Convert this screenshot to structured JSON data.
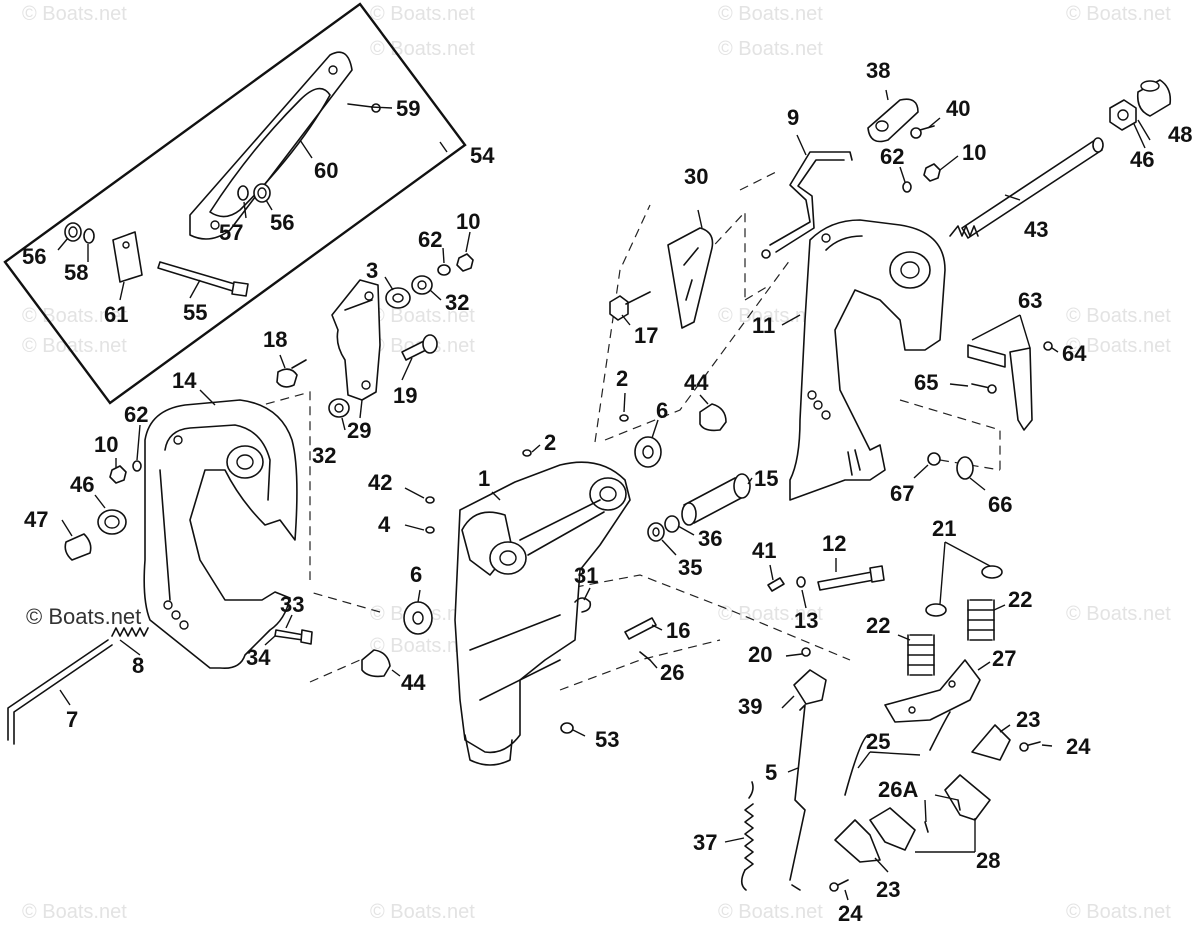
{
  "watermark": {
    "text": "© Boats.net",
    "faint_color": "#e3e3e3"
  },
  "kit_callout": "54",
  "labels": {
    "p1": "1",
    "p2a": "2",
    "p2b": "2",
    "p3": "3",
    "p4": "4",
    "p5": "5",
    "p6a": "6",
    "p6b": "6",
    "p7": "7",
    "p8": "8",
    "p9": "9",
    "p10a": "10",
    "p10b": "10",
    "p10c": "10",
    "p11": "11",
    "p12": "12",
    "p13": "13",
    "p14": "14",
    "p15": "15",
    "p16": "16",
    "p17": "17",
    "p18": "18",
    "p19": "19",
    "p20": "20",
    "p21": "21",
    "p22a": "22",
    "p22b": "22",
    "p23a": "23",
    "p23b": "23",
    "p24a": "24",
    "p24b": "24",
    "p25": "25",
    "p26": "26",
    "p26A": "26A",
    "p27": "27",
    "p28": "28",
    "p29": "29",
    "p30": "30",
    "p31": "31",
    "p32a": "32",
    "p32b": "32",
    "p33": "33",
    "p34": "34",
    "p35": "35",
    "p36": "36",
    "p37": "37",
    "p38": "38",
    "p39": "39",
    "p40": "40",
    "p41": "41",
    "p42": "42",
    "p43": "43",
    "p44a": "44",
    "p44b": "44",
    "p46a": "46",
    "p46b": "46",
    "p47": "47",
    "p48": "48",
    "p53": "53",
    "p55": "55",
    "p56a": "56",
    "p56b": "56",
    "p57": "57",
    "p58": "58",
    "p59": "59",
    "p60": "60",
    "p61": "61",
    "p62a": "62",
    "p62b": "62",
    "p62c": "62",
    "p63": "63",
    "p64": "64",
    "p65": "65",
    "p66": "66",
    "p67": "67"
  }
}
